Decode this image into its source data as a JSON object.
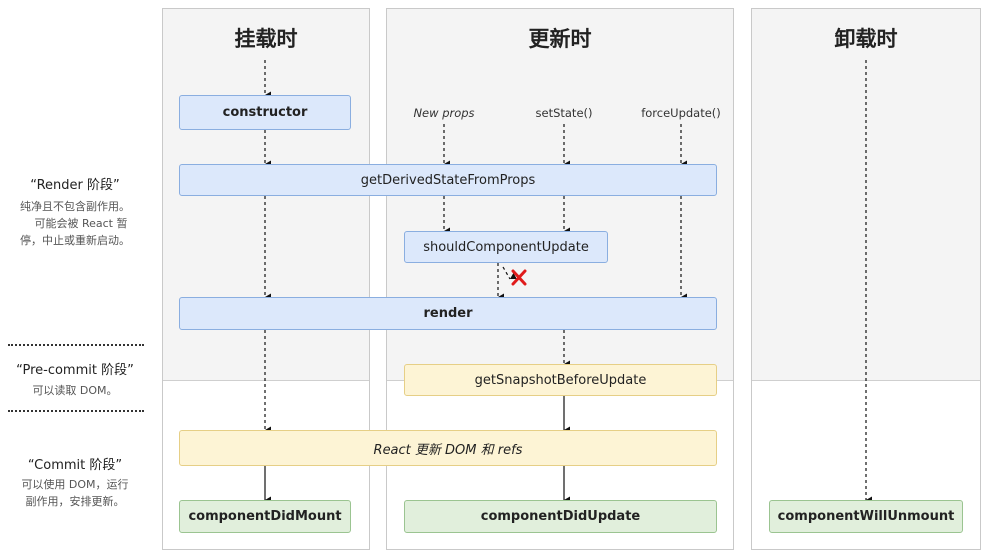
{
  "columns": {
    "mount": "挂载时",
    "update": "更新时",
    "unmount": "卸载时"
  },
  "phases": {
    "render": {
      "title": "“Render 阶段”",
      "desc": [
        "纯净且不包含副作用。",
        "可能会被 React 暂",
        "停，中止或重新启动。"
      ]
    },
    "precommit": {
      "title": "“Pre-commit 阶段”",
      "desc": [
        "可以读取 DOM。"
      ]
    },
    "commit": {
      "title": "“Commit 阶段”",
      "desc": [
        "可以使用 DOM，运行",
        "副作用，安排更新。"
      ]
    }
  },
  "triggers": {
    "new_props": "New props",
    "set_state": "setState()",
    "force_update": "forceUpdate()"
  },
  "methods": {
    "constructor": "constructor",
    "get_derived_state": "getDerivedStateFromProps",
    "should_update": "shouldComponentUpdate",
    "render": "render",
    "get_snapshot": "getSnapshotBeforeUpdate",
    "react_updates_dom": "React 更新 DOM 和 refs",
    "did_mount": "componentDidMount",
    "did_update": "componentDidUpdate",
    "will_unmount": "componentWillUnmount"
  },
  "colors": {
    "render_phase_box": "#dce8fb",
    "commit_dom_box": "#fdf4d5",
    "commit_method_box": "#e1efdc",
    "cancel_mark": "#e01b1b"
  }
}
